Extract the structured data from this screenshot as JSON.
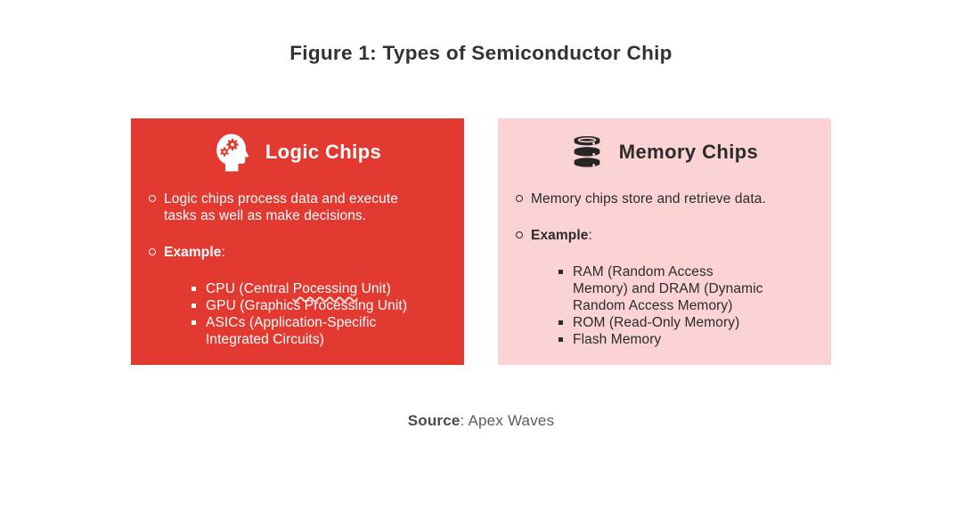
{
  "title": "Figure 1: Types of Semiconductor Chip",
  "colors": {
    "logic_card_bg": "#E23931",
    "logic_card_text": "#FFFFFF",
    "memory_card_bg": "#FBD3D4",
    "memory_card_text": "#2B2B2B",
    "title_text": "#323232",
    "source_text": "#5C5C5C"
  },
  "cards": {
    "logic": {
      "title": "Logic Chips",
      "icon": "head-gears-icon",
      "description": "Logic chips process data and execute tasks as well as make decisions.",
      "example_label": "Example",
      "example_colon": ":",
      "items": [
        {
          "pre": "CPU (Central ",
          "word": "Pocessing",
          "post": " Unit)"
        },
        {
          "text": "GPU (Graphics Processing Unit)"
        },
        {
          "text": "ASICs (Application-Specific Integrated Circuits)"
        }
      ]
    },
    "memory": {
      "title": "Memory Chips",
      "icon": "database-icon",
      "description": "Memory chips store and retrieve data.",
      "example_label": "Example",
      "example_colon": ":",
      "items": [
        {
          "text": "RAM (Random Access Memory) and DRAM (Dynamic Random Access Memory)"
        },
        {
          "text": "ROM (Read-Only Memory)"
        },
        {
          "text": "Flash Memory"
        }
      ]
    }
  },
  "source": {
    "label": "Source",
    "rest": ": Apex Waves"
  }
}
